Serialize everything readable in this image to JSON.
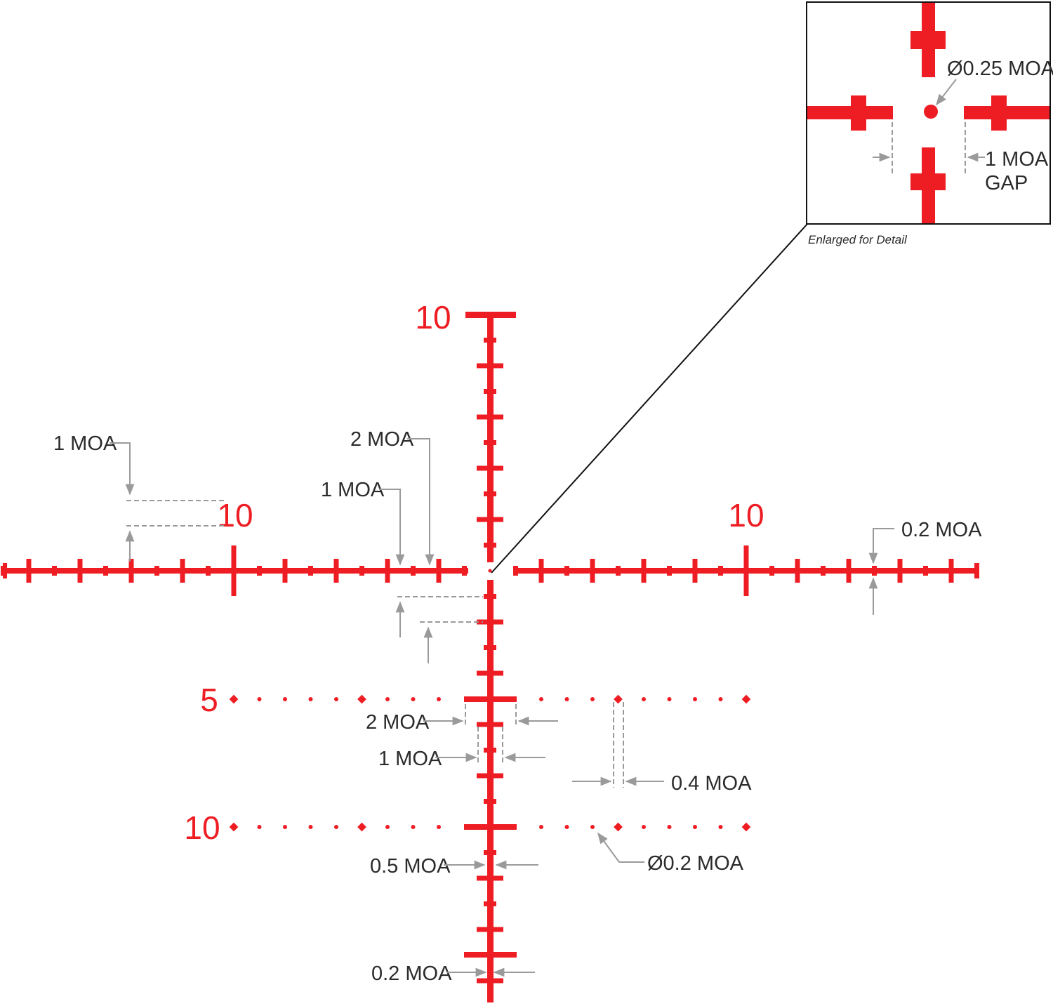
{
  "colors": {
    "reticle": "#ee1d23",
    "annotation": "#9a9a9a",
    "text": "#2b2b2b",
    "frame": "#111111"
  },
  "labels": {
    "top": "10",
    "left": "10",
    "right": "10",
    "row_5": "5",
    "row_10": "10"
  },
  "inset": {
    "dot_label": "Ø0.25 MOA",
    "gap_label_1": "1 MOA",
    "gap_label_2": "GAP",
    "caption": "Enlarged for Detail"
  },
  "annotations": {
    "left_1moa": "1 MOA",
    "center_2moa": "2 MOA",
    "center_1moa": "1 MOA",
    "right_02moa": "0.2 MOA",
    "lower_2moa": "2 MOA",
    "lower_1moa": "1 MOA",
    "dots_04moa": "0.4 MOA",
    "dot_diameter": "Ø0.2 MOA",
    "post_05moa": "0.5 MOA",
    "bottom_02moa": "0.2 MOA"
  }
}
